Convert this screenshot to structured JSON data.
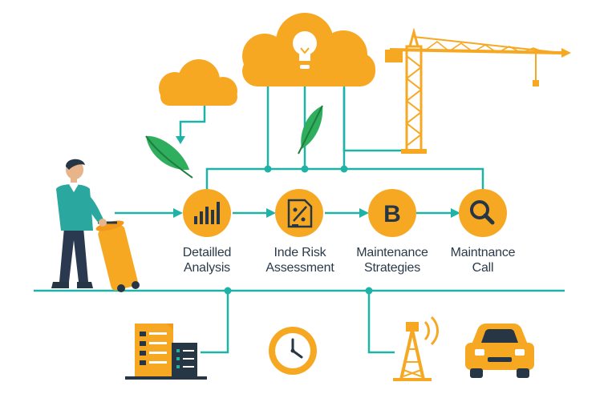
{
  "colors": {
    "accent": "#f7a823",
    "line": "#1fb3a8",
    "leaf": "#2fae5e",
    "dark": "#263645",
    "person_shirt": "#2aa8a0",
    "person_pants": "#2b3950"
  },
  "steps": [
    {
      "icon": "bar-chart-icon",
      "line1": "Detailled",
      "line2": "Analysis"
    },
    {
      "icon": "risk-document-icon",
      "line1": "Inde Risk",
      "line2": "Assessment"
    },
    {
      "icon": "letter-b-icon",
      "glyph": "B",
      "line1": "Maintenance",
      "line2": "Strategies"
    },
    {
      "icon": "magnifier-icon",
      "line1": "Maintnance",
      "line2": "Call"
    }
  ],
  "bottom_icons": [
    "document-checklist-icon",
    "clock-icon",
    "signal-tower-icon",
    "car-icon"
  ]
}
